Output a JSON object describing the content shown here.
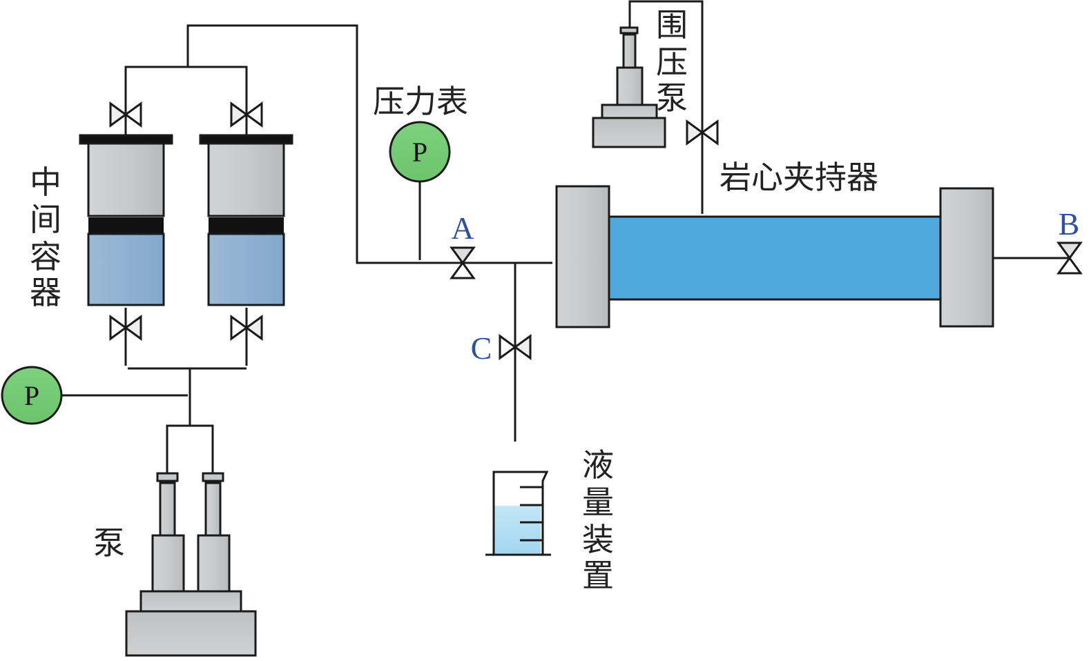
{
  "diagram": {
    "labels": {
      "intermediate_container": [
        "中",
        "间",
        "容",
        "器"
      ],
      "pump": "泵",
      "pressure_gauge": "压力表",
      "confining_pump": [
        "围",
        "压",
        "泵"
      ],
      "core_holder": "岩心夹持器",
      "liquid_meter": [
        "液",
        "量",
        "装",
        "置"
      ]
    },
    "valves": {
      "A": "A",
      "B": "B",
      "C": "C"
    },
    "gauges": {
      "main_gauge_symbol": "P",
      "pump_gauge_symbol": "P"
    },
    "colors": {
      "core_fluid": "#4fa9dd",
      "container_fluid": "#8fb0d0",
      "container_gas": "#c8c9ca",
      "gauge_fill": "#74c874",
      "beaker_fluid": "#b0dcf2",
      "letter_labels": "#2f4fa3"
    }
  }
}
